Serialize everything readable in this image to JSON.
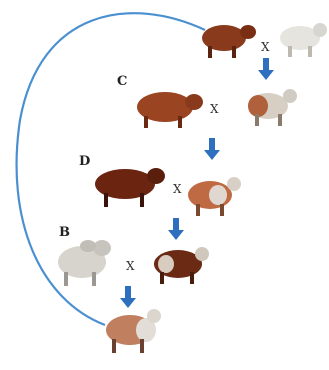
{
  "labels": {
    "c": "C",
    "d": "D",
    "b": "B"
  },
  "cross_symbol": "X",
  "colors": {
    "loop_arrow": "#4a90d0",
    "down_arrow": "#2e6fc0",
    "red_bull": "#8a3a1c",
    "brahman": "#e6e4de",
    "dark_bull": "#6a2410"
  },
  "generations": [
    {
      "parents": [
        "red-bull-top",
        "white-brahman-top"
      ],
      "offspring": "crossbred-1"
    },
    {
      "parents": [
        "red-bull-c",
        "crossbred-1"
      ],
      "offspring": "crossbred-2"
    },
    {
      "parents": [
        "dark-bull-d",
        "crossbred-2"
      ],
      "offspring": "crossbred-3"
    },
    {
      "parents": [
        "grey-brahman-b",
        "crossbred-3"
      ],
      "offspring": "crossbred-4"
    }
  ]
}
